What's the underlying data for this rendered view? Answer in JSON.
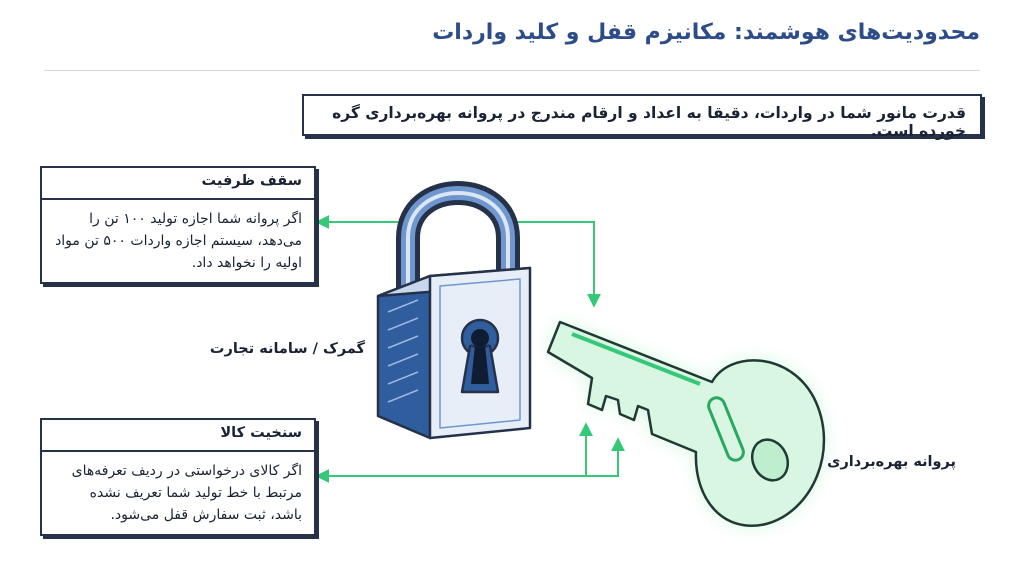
{
  "title": "محدودیت‌های هوشمند: مکانیزم قفل و کلید واردات",
  "subtitle": "قدرت مانور شما در واردات، دقیقا به اعداد و ارقام مندرج در پروانه بهره‌برداری گره خورده است.",
  "cards": {
    "capacity": {
      "heading": "سقف ظرفیت",
      "body": "اگر پروانه شما اجازه تولید ۱۰۰ تن را می‌دهد، سیستم اجازه واردات ۵۰۰ تن مواد اولیه را نخواهد داد."
    },
    "tariff": {
      "heading": "سنخیت کالا",
      "body": "اگر کالای درخواستی در ردیف تعرفه‌های مرتبط با خط تولید شما تعریف نشده باشد، ثبت سفارش قفل می‌شود."
    }
  },
  "labels": {
    "lock": "گمرک / سامانه تجارت",
    "key": "پروانه بهره‌برداری"
  },
  "colors": {
    "title": "#2c4d88",
    "outline": "#25324a",
    "lock_blue": "#2f5d9e",
    "lock_light": "#dce6f3",
    "connector_green": "#35c878",
    "key_glow": "#5de08d",
    "key_fill": "#d9f6e2"
  },
  "icons": [
    "padlock-icon",
    "keyhole-icon",
    "key-icon"
  ]
}
